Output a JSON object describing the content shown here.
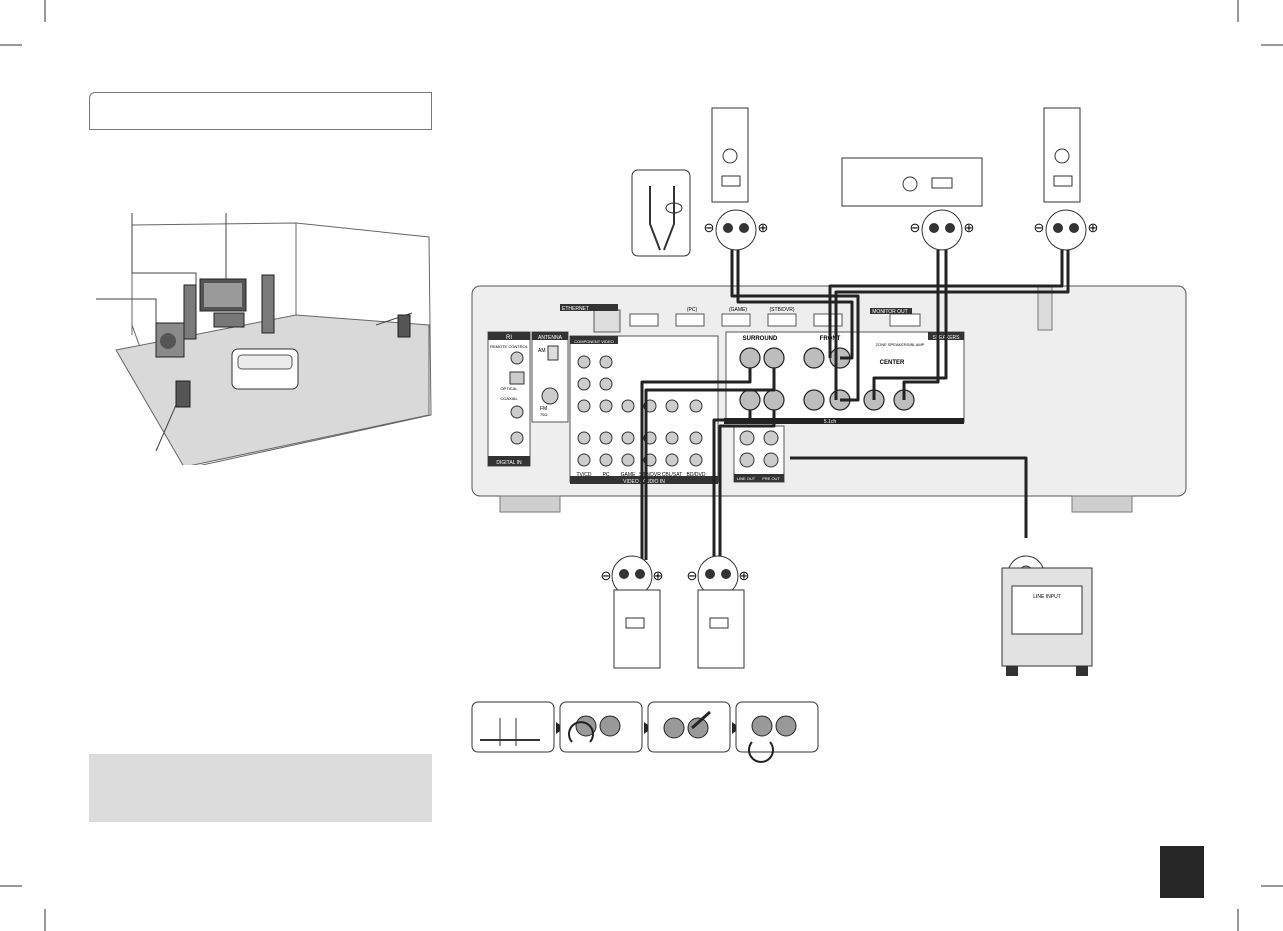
{
  "receiver": {
    "ethernet": "ETHERNET",
    "antenna": "ANTENNA",
    "am": "AM",
    "fm": "FM",
    "fm_ohm": "75Ω",
    "rs_label": "RI",
    "remote_control": "REMOTE CONTROL",
    "component_video": "COMPONENT VIDEO",
    "optical": "OPTICAL",
    "coaxial": "COAXIAL",
    "digital_in": "DIGITAL IN",
    "surround": "SURROUND",
    "front": "FRONT",
    "center": "CENTER",
    "speakers": "SPEAKERS",
    "zone_label": "ZONE SPEAKERS/BI-AMP",
    "channel_label": "5.1ch",
    "video_audio_in": "VIDEO / AUDIO IN",
    "zone2_line_out": "LINE OUT",
    "subwoofer_pre_out": "PRE OUT",
    "monitor_out": "MONITOR OUT",
    "input_labels": [
      "TV/CD",
      "PC",
      "GAME",
      "STB/DVR",
      "CBL/SAT",
      "BD/DVD"
    ],
    "hdmi_labels": [
      "(PC)",
      "(GAME)",
      "(STB/DVR)"
    ]
  },
  "subwoofer": {
    "line_input": "LINE INPUT"
  }
}
